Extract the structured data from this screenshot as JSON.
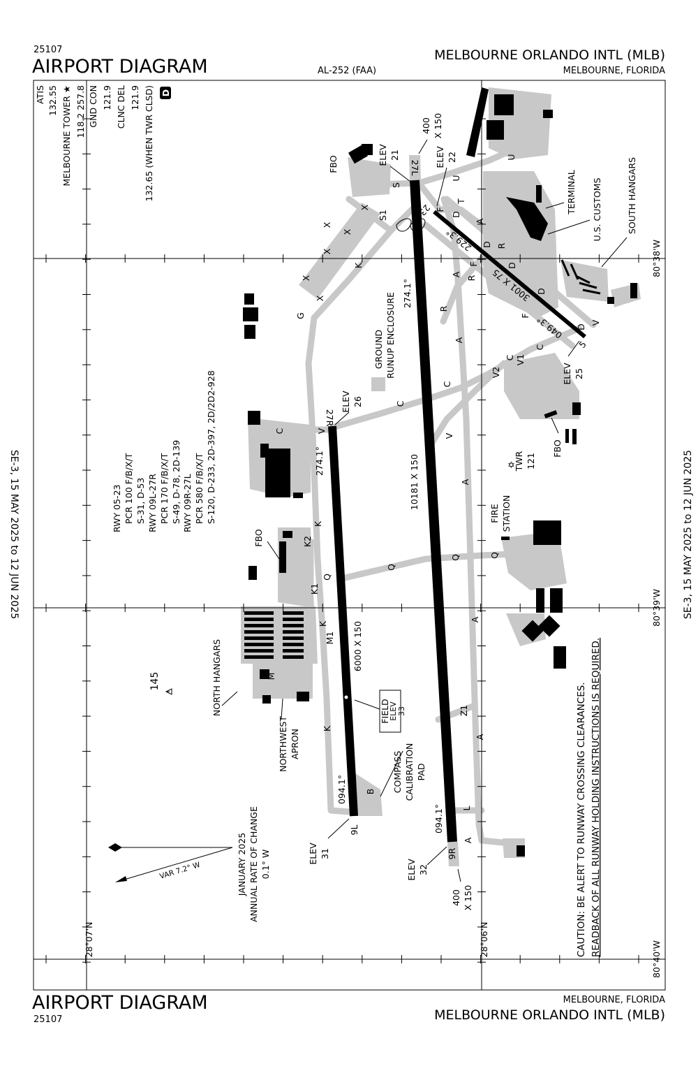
{
  "header": {
    "chart_number": "25107",
    "title": "AIRPORT DIAGRAM",
    "publisher": "AL-252 (FAA)",
    "airport_name": "MELBOURNE ORLANDO INTL (MLB)",
    "location": "MELBOURNE, FLORIDA"
  },
  "effective_dates": "SE-3,  15 MAY 2025  to  12 JUN 2025",
  "frequencies": {
    "atis_label": "ATIS",
    "atis": "132.55",
    "tower_label": "MELBOURNE TOWER ★",
    "tower": "118.2  257.8",
    "gnd_label": "GND CON",
    "gnd": "121.9",
    "clnc_label": "CLNC DEL",
    "clnc": "121.9",
    "clnc_alt": "132.65 (WHEN TWR CLSD)",
    "dtis_badge": "D"
  },
  "runway_pcr": [
    "RWY 05-23",
    "PCR 100 F/B/X/T",
    "S-31, D-53",
    "RWY 09L-27R",
    "PCR 170 F/B/X/T",
    "S-49, D-78, 2D-139",
    "RWY 09R-27L",
    "PCR 580 F/B/X/T",
    "S-120, D-233, 2D-397, 2D/2D2-928"
  ],
  "coordinates": {
    "lat_north": "28°07'N",
    "lat_south": "28°06'N",
    "lon_1": "80°38'W",
    "lon_2": "80°39'W",
    "lon_3": "80°40'W"
  },
  "runways": {
    "r27l": "27L",
    "r27r": "27R",
    "r9l": "9L",
    "r9r": "9R",
    "r23": "23",
    "r5": "5",
    "hdg_274_a": "274.1°",
    "hdg_274_b": "274.1°",
    "hdg_094_a": "094.1°",
    "hdg_094_b": "094.1°",
    "hdg_229": "229.3°",
    "hdg_049": "049.3°",
    "dim_9r27l": "10181 X 150",
    "dim_9l27r": "6000 X 150",
    "dim_0523": "3001 X 75",
    "ovr_top_1": "400",
    "ovr_top_2": "X 150",
    "ovr_bot_1": "400",
    "ovr_bot_2": "X 150",
    "elev_label": "ELEV",
    "elev_27l": "21",
    "elev_23": "22",
    "elev_27r": "26",
    "elev_5": "25",
    "elev_9l": "31",
    "elev_9r": "32"
  },
  "field_elev": {
    "line1": "FIELD",
    "line2": "ELEV",
    "value": "33"
  },
  "facilities": {
    "fbo": "FBO",
    "terminal": "TERMINAL",
    "customs": "U.S. CUSTOMS",
    "south_hangars": "SOUTH HANGARS",
    "runup_1": "GROUND",
    "runup_2": "RUNUP ENCLOSURE",
    "twr": "TWR",
    "twr_elev": "121",
    "fire_1": "FIRE",
    "fire_2": "STATION",
    "north_hangars": "NORTH HANGARS",
    "nw_apron_1": "NORTHWEST",
    "nw_apron_2": "APRON",
    "compass_1": "COMPASS",
    "compass_2": "CALIBRATION",
    "compass_3": "PAD",
    "obstacle": "145"
  },
  "taxiways": [
    "S",
    "S1",
    "X",
    "X",
    "X",
    "X",
    "X",
    "X",
    "K",
    "G",
    "U",
    "U",
    "T",
    "D",
    "A",
    "D",
    "R",
    "F",
    "D",
    "F",
    "A",
    "R",
    "D",
    "R",
    "F",
    "A",
    "D",
    "V",
    "C",
    "C",
    "V2",
    "V1",
    "C",
    "C",
    "C",
    "V",
    "V",
    "A",
    "Q",
    "Q",
    "Q",
    "Q",
    "K",
    "K2",
    "K1",
    "K",
    "M1",
    "M",
    "A",
    "Z1",
    "A",
    "L",
    "A",
    "K",
    "B"
  ],
  "magnetic_variation": {
    "date": "JANUARY 2025",
    "rate_label": "ANNUAL RATE OF CHANGE",
    "rate": "0.1° W",
    "variation": "VAR 7.2°  W"
  },
  "caution": [
    "CAUTION: BE ALERT TO RUNWAY CROSSING CLEARANCES.",
    "READBACK OF ALL RUNWAY HOLDING INSTRUCTIONS IS REQUIRED."
  ]
}
